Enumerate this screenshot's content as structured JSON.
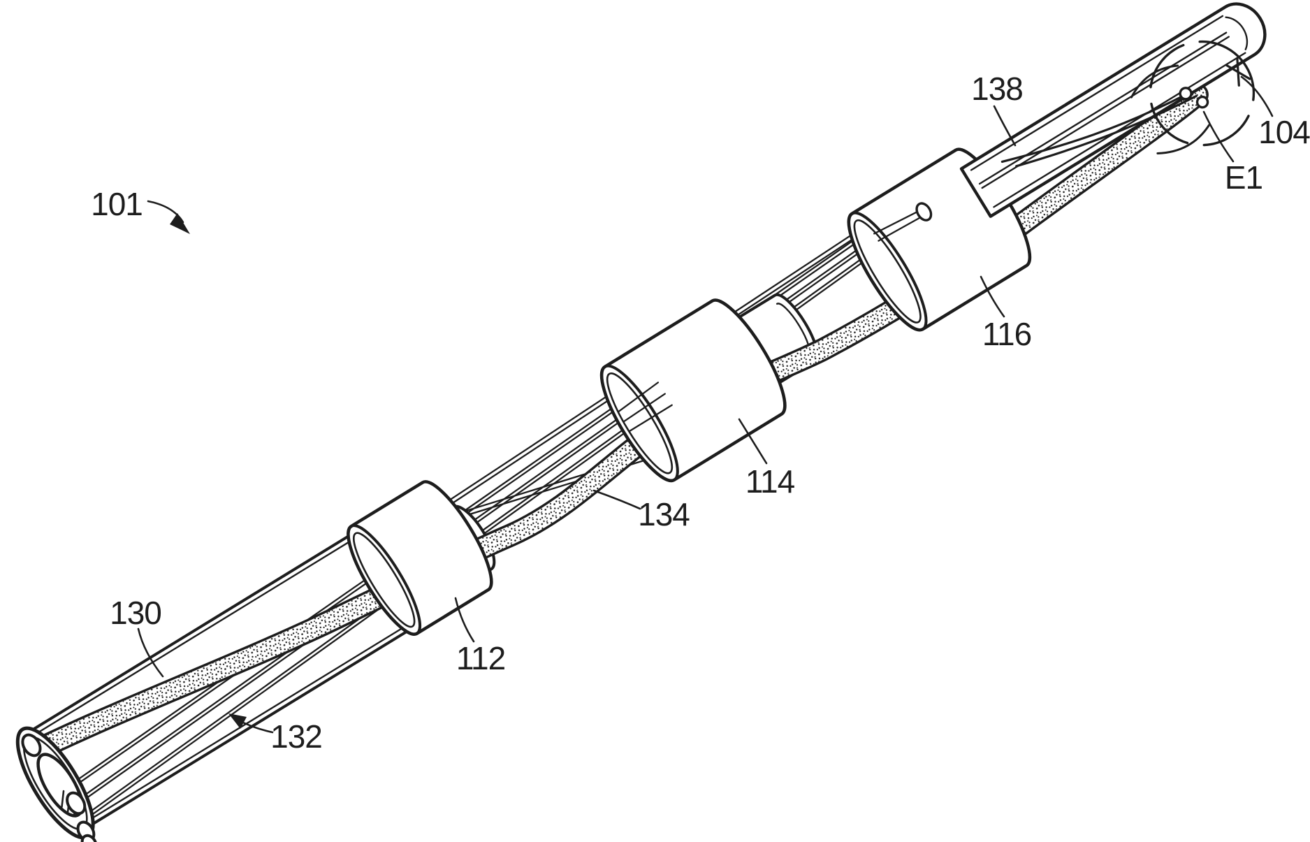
{
  "figure": {
    "description": "Patent-style black-and-white line drawing of an elongated catheter shaft assembly 101, shown diagonally from lower-left proximal multi-lumen end to upper-right rounded distal tip, with spacer collars 112, 114 and 116, stippled helical band 130, longitudinal rods 132, crossing struts 134, distal strut 138, distal tube 104 and electrode E1 inside a dashed phantom circle.",
    "ink_color": "#1d1d1d",
    "paper_color": "#ffffff",
    "labels": [
      {
        "id": "101",
        "text": "101",
        "points_to": "overall device assembly"
      },
      {
        "id": "130",
        "text": "130",
        "points_to": "stippled helical band"
      },
      {
        "id": "132",
        "text": "132",
        "points_to": "longitudinal rod"
      },
      {
        "id": "112",
        "text": "112",
        "points_to": "proximal collar"
      },
      {
        "id": "134",
        "text": "134",
        "points_to": "crossing strut"
      },
      {
        "id": "114",
        "text": "114",
        "points_to": "middle collar"
      },
      {
        "id": "116",
        "text": "116",
        "points_to": "distal collar"
      },
      {
        "id": "138",
        "text": "138",
        "points_to": "distal strut arm"
      },
      {
        "id": "104",
        "text": "104",
        "points_to": "distal tip tube"
      },
      {
        "id": "E1",
        "text": "E1",
        "points_to": "electrode on tip plate"
      }
    ]
  }
}
